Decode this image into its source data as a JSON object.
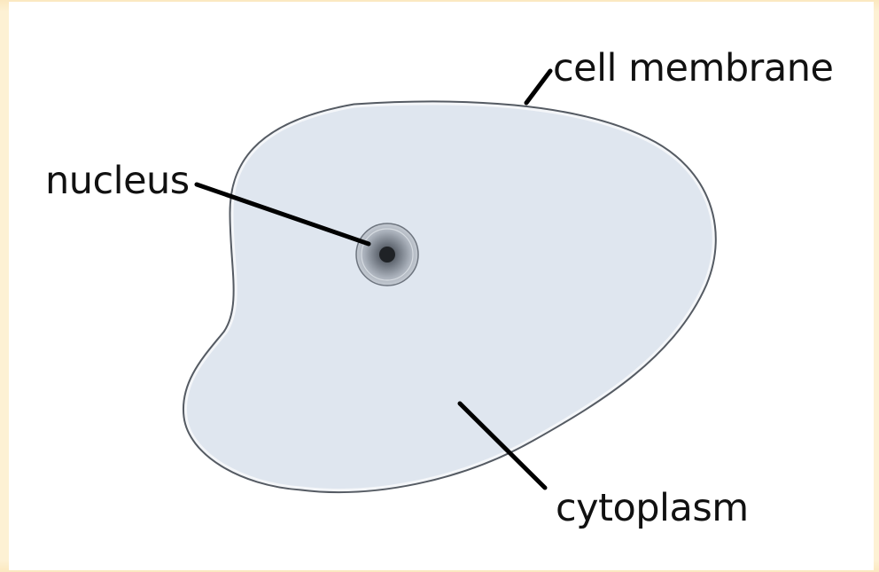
{
  "labels": {
    "cell_membrane": "cell membrane",
    "nucleus": "nucleus",
    "cytoplasm": "cytoplasm"
  },
  "colors": {
    "background_border": "#fdf1d3",
    "panel": "#ffffff",
    "cytoplasm_fill": "#dfe6ef",
    "membrane_stroke": "#555b63",
    "nucleus_fill": "#aab1bb",
    "nucleolus_fill": "#1f2226",
    "leader_line": "#000000"
  }
}
